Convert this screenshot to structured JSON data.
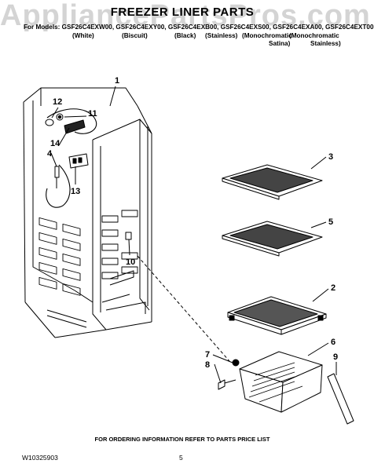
{
  "watermark": "AppliancePartsPros.com",
  "title": "FREEZER LINER PARTS",
  "models_line": "For Models: GSF26C4EXW00, GSF26C4EXY00, GSF26C4EXB00, GSF26C4EXS00, GSF26C4EXA00, GSF26C4EXT00",
  "colors": [
    "(White)",
    "(Biscuit)",
    "(Black)",
    "(Stainless)",
    "(Monochromatic",
    "(Monochromatic"
  ],
  "colors_line2": [
    "Satina)",
    "Stainless)"
  ],
  "callouts": [
    "1",
    "12",
    "11",
    "14",
    "4",
    "13",
    "10",
    "3",
    "5",
    "2",
    "6",
    "7",
    "8",
    "9"
  ],
  "footer": {
    "order_info": "FOR ORDERING INFORMATION REFER TO PARTS PRICE LIST",
    "doc_number": "W10325903",
    "page_number": "5"
  }
}
